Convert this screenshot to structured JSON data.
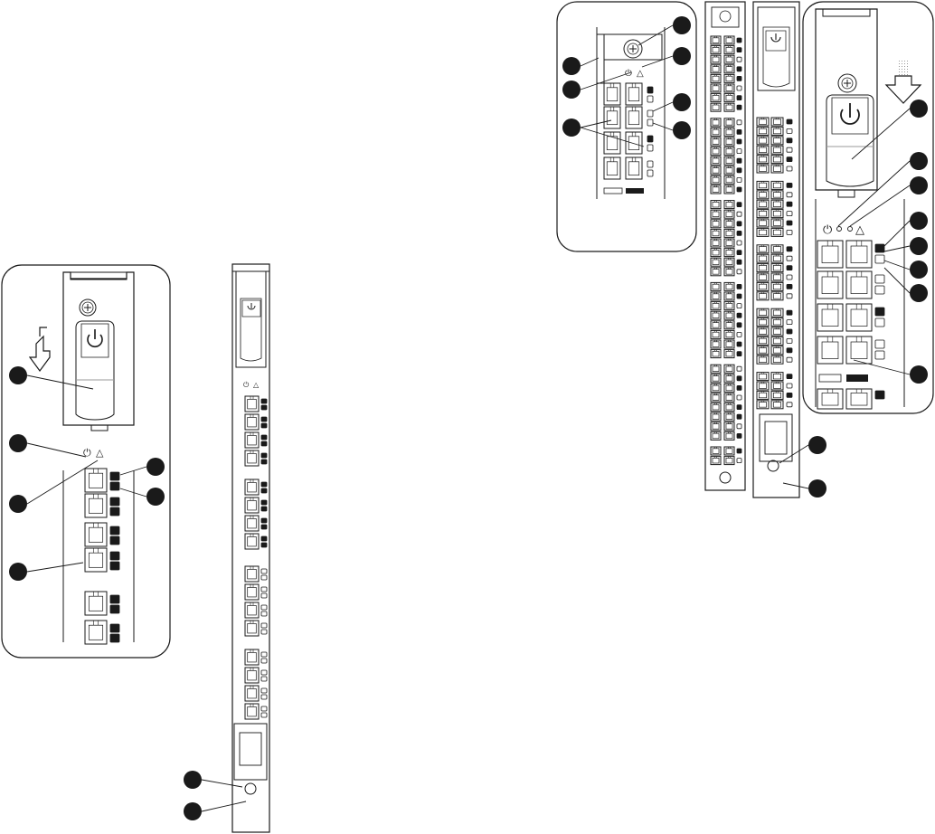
{
  "diagram": {
    "symbols": {
      "power": "⏻",
      "fault": "△",
      "arrow": "⇩"
    },
    "icons": [
      "screw-icon",
      "power-icon",
      "warning-triangle-icon",
      "insert-arrow-icon",
      "callout-marker-icon"
    ],
    "colors": {
      "line": "#1a1a1a",
      "latch_fill": "#bdbdbd",
      "latch_dark": "#a5a5a5",
      "led_fill": "#1a1a1a"
    },
    "callouts": {
      "left_detail": 6,
      "left_blade": 2,
      "right_detail_small": 6,
      "right_detail_large": 8,
      "right_blade": 2
    }
  }
}
